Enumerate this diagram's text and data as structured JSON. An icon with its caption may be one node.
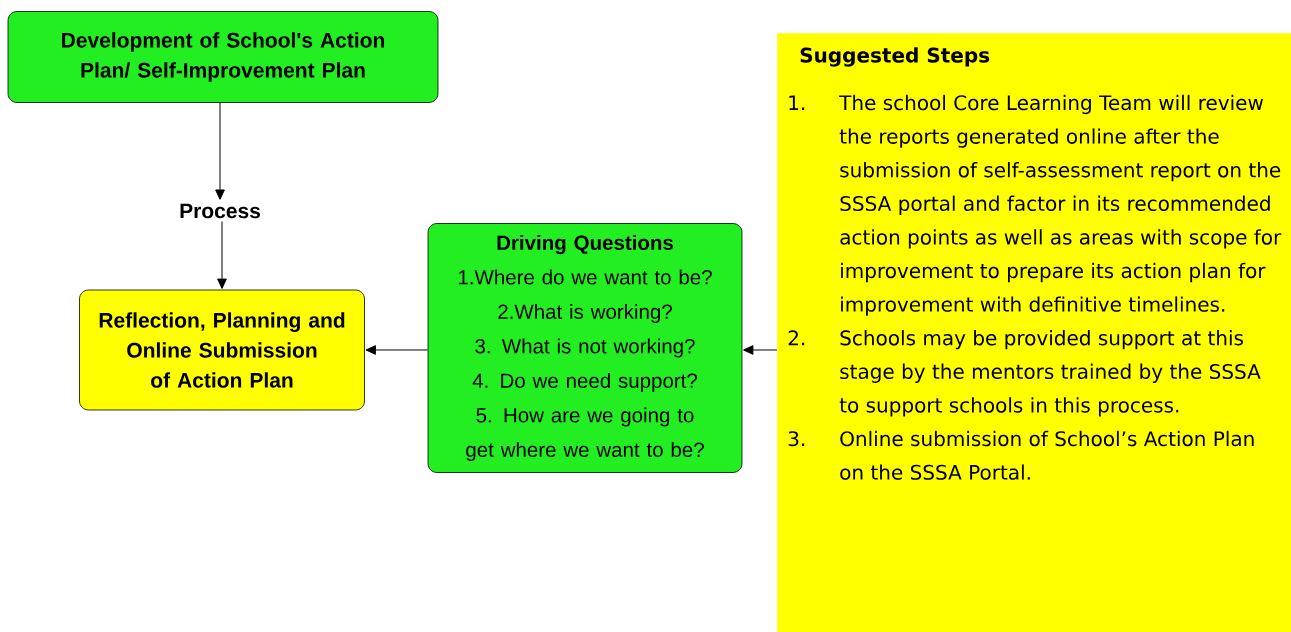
{
  "diagram": {
    "nodes": [
      {
        "text": [
          "Development of School's Action Plan/ Self-Improvement Plan"
        ]
      },
      {
        "text": [
          "Process"
        ]
      },
      {
        "text": [
          "Reflection, Planning and Online Submission of Action Plan"
        ]
      },
      {
        "text": [
          "Driving Questions",
          "1.Where do we want to be?",
          "2.What is working?",
          "3. What is not working?",
          "4. Do we need support?",
          "5. How are we going to get where we want to be?"
        ]
      },
      {
        "text": [
          "Suggested Steps",
          "1.",
          "The school Core Learning Team will review the reports generated online after the submission of self-assessment report on the SSSA portal and factor in its recommended action points as well as areas with scope for improvement to prepare its action plan for improvement with definitive timelines.",
          "2.",
          "Schools may be provided support at this stage by the mentors trained by the SSSA to support schools in this process.",
          "3.",
          "Online submission of School’s Action Plan on the SSSA Portal."
        ]
      }
    ],
    "edges": [
      {
        "from": 0,
        "to": 1,
        "arrow": "to"
      },
      {
        "from": 1,
        "to": 2,
        "arrow": "to"
      },
      {
        "from": 3,
        "to": 2,
        "arrow": "to"
      },
      {
        "from": 4,
        "to": 3,
        "arrow": "to"
      }
    ]
  }
}
